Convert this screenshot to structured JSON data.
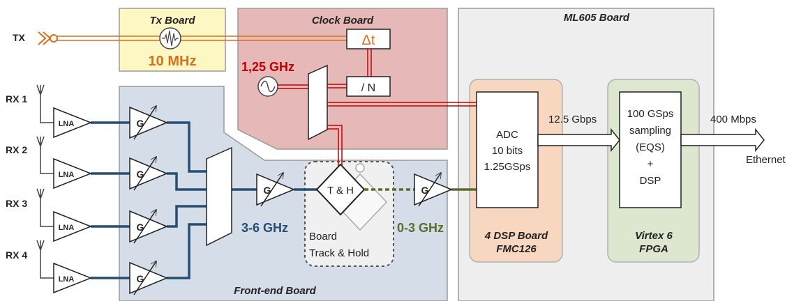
{
  "boards": {
    "tx": "Tx Board",
    "clock": "Clock Board",
    "ml605": "ML605 Board",
    "frontend": "Front-end Board",
    "dsp_line1": "4 DSP Board",
    "dsp_line2": "FMC126",
    "fpga_line1": "Virtex 6",
    "fpga_line2": "FPGA"
  },
  "labels": {
    "tx": "TX",
    "rx1": "RX 1",
    "rx2": "RX 2",
    "rx3": "RX 3",
    "rx4": "RX 4",
    "tx_freq": "10 MHz",
    "clock_freq": "1,25 GHz",
    "delta_t": "Δt",
    "divider": "/ N",
    "lna": "LNA",
    "gain": "G",
    "th": "T & H",
    "band_high": "3-6 GHz",
    "band_low": "0-3 GHz",
    "th_board_line1": "Board",
    "th_board_line2": "Track & Hold",
    "adc_line1": "ADC",
    "adc_line2": "10 bits",
    "adc_line3": "1.25GSps",
    "rate_adc": "12.5 Gbps",
    "fpga_block_line1": "100 GSps",
    "fpga_block_line2": "sampling",
    "fpga_block_line3": "(EQS)",
    "fpga_block_line4": "+",
    "fpga_block_line5": "DSP",
    "rate_out": "400 Mbps",
    "ethernet": "Ethernet"
  },
  "colors": {
    "tx_board": "#fdf7c3",
    "clock_board": "#e6b8b7",
    "ml605_board": "#eeeeee",
    "frontend_board": "#d5dde9",
    "dsp_board": "#f8d7c1",
    "fpga_board": "#dde6cf",
    "tx_line": "#d86f1c",
    "clock_line": "#c00000",
    "high_band": "#254e73",
    "low_band": "#5a6e2c"
  }
}
